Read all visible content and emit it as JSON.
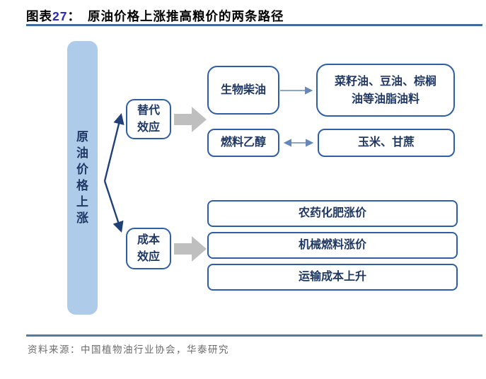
{
  "title": {
    "label": "图表",
    "number": "27",
    "colon": "：",
    "text": "原油价格上涨推高粮价的两条路径"
  },
  "diagram": {
    "source": {
      "text": "原油价格上涨",
      "chars": [
        "原",
        "油",
        "价",
        "格",
        "上",
        "涨"
      ]
    },
    "substitution": {
      "line1": "替代",
      "line2": "效应"
    },
    "cost": {
      "line1": "成本",
      "line2": "效应"
    },
    "biodiesel": "生物柴油",
    "oils": {
      "line1": "菜籽油、豆油、棕榈",
      "line2": "油等油脂油料"
    },
    "ethanol": "燃料乙醇",
    "corn_sugarcane": "玉米、甘蔗",
    "pesticide": "农药化肥涨价",
    "machinery": "机械燃料涨价",
    "transport": "运输成本上升"
  },
  "footer": {
    "source": "资料来源：中国植物油行业协会，华泰研究"
  },
  "colors": {
    "accent_navy": "#1F3864",
    "box_border": "#2E5FA3",
    "bar_fill": "#AECBEA",
    "branch_arrow": "#1F4177",
    "thin_arrow": "#6688B8",
    "block_arrow": "#BFBFBF",
    "title_rule": "#44699D",
    "footer_rule": "#5478A8",
    "title_number": "#2525C8",
    "footer_text": "#6B6B6B"
  }
}
